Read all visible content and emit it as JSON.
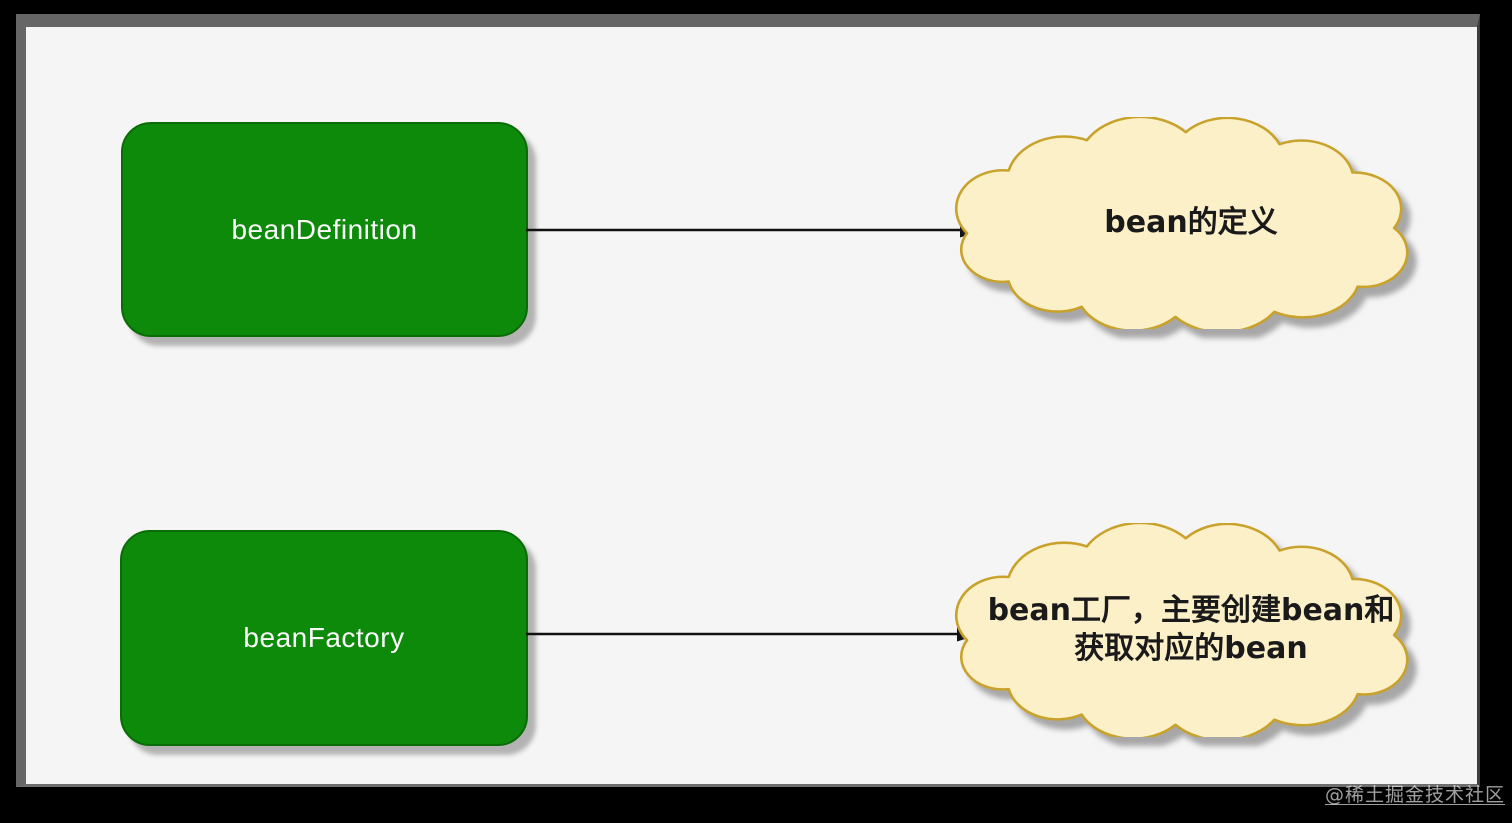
{
  "diagram": {
    "nodes": [
      {
        "id": "beanDefinition",
        "label": "beanDefinition"
      },
      {
        "id": "beanFactory",
        "label": "beanFactory"
      }
    ],
    "clouds": [
      {
        "line1": "bean的定义",
        "line2": ""
      },
      {
        "line1": "bean工厂，主要创建bean和",
        "line2": "获取对应的bean"
      }
    ],
    "connectors": [
      {
        "from": "beanDefinition",
        "to": "cloud-bean-definition",
        "style": "solid-arrow"
      },
      {
        "from": "beanFactory",
        "to": "cloud-bean-factory",
        "style": "solid-arrow"
      }
    ]
  },
  "watermark": {
    "label": "@稀土掘金技术社区"
  },
  "colors": {
    "page_bg": "#000000",
    "panel_bg": "#f5f5f5",
    "frame_border": "#666666",
    "node_fill": "#0e8a0b",
    "node_border": "#0a6c07",
    "node_text": "#fafafa",
    "cloud_fill": "#fcf0c8",
    "cloud_border": "#c9a22c",
    "cloud_text": "#1a1a1a",
    "connector": "#111111",
    "shadow": "#b3b3b3"
  }
}
